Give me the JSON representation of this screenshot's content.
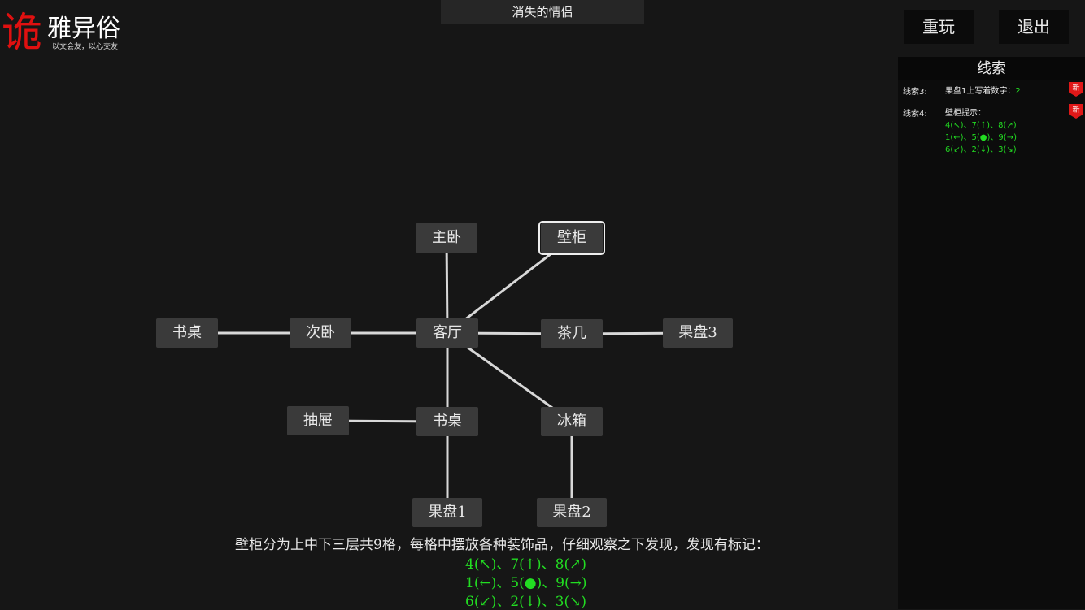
{
  "logo": {
    "big": "诡",
    "rest": "雅异俗",
    "sub": "以文会友，以心交友"
  },
  "title": "消失的情侣",
  "buttons": {
    "replay": "重玩",
    "exit": "退出"
  },
  "clues": {
    "heading": "线索",
    "items": [
      {
        "label": "线索3:",
        "text": "果盘1上写着数字：",
        "value": "2",
        "badge": "新"
      },
      {
        "label": "线索4:",
        "text": "壁柜提示：",
        "lines": [
          "4(↖)、7(↑)、8(↗)",
          "1(←)、5(●)、9(→)",
          "6(↙)、2(↓)、3(↘)"
        ],
        "badge": "新"
      }
    ]
  },
  "map": {
    "nodes": [
      {
        "id": "zhuwo",
        "label": "主卧"
      },
      {
        "id": "bigui",
        "label": "壁柜",
        "selected": true
      },
      {
        "id": "shuzhuo1",
        "label": "书桌"
      },
      {
        "id": "ciwo",
        "label": "次卧"
      },
      {
        "id": "keting",
        "label": "客厅"
      },
      {
        "id": "chaji",
        "label": "茶几"
      },
      {
        "id": "guopan3",
        "label": "果盘3"
      },
      {
        "id": "chouti",
        "label": "抽屉"
      },
      {
        "id": "shuzhuo2",
        "label": "书桌"
      },
      {
        "id": "bingxiang",
        "label": "冰箱"
      },
      {
        "id": "guopan1",
        "label": "果盘1"
      },
      {
        "id": "guopan2",
        "label": "果盘2"
      }
    ],
    "edges": [
      [
        "zhuwo",
        "keting"
      ],
      [
        "bigui",
        "keting"
      ],
      [
        "shuzhuo1",
        "ciwo"
      ],
      [
        "ciwo",
        "keting"
      ],
      [
        "keting",
        "chaji"
      ],
      [
        "chaji",
        "guopan3"
      ],
      [
        "keting",
        "shuzhuo2"
      ],
      [
        "keting",
        "bingxiang"
      ],
      [
        "chouti",
        "shuzhuo2"
      ],
      [
        "shuzhuo2",
        "guopan1"
      ],
      [
        "bingxiang",
        "guopan2"
      ]
    ]
  },
  "description": {
    "text": "壁柜分为上中下三层共9格，每格中摆放各种装饰品，仔细观察之下发现，发现有标记：",
    "lines": [
      "4(↖)、7(↑)、8(↗)",
      "1(←)、5(●)、9(→)",
      "6(↙)、2(↓)、3(↘)"
    ]
  }
}
